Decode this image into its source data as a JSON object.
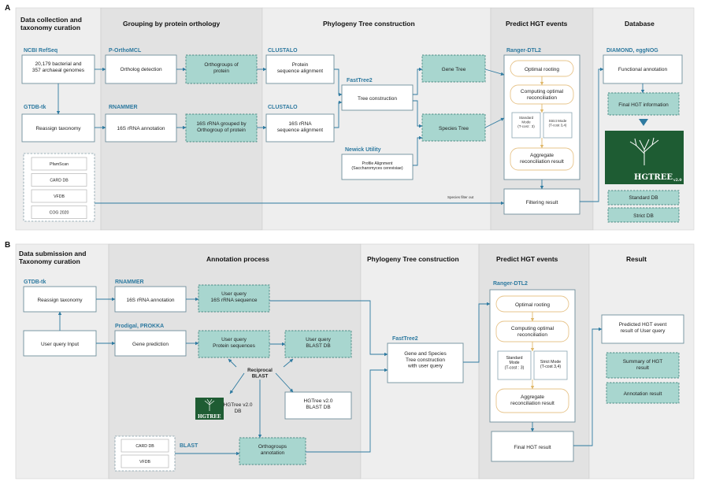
{
  "panel_a": {
    "label": "A",
    "sections": {
      "data_collection": "Data collection and\ntaxonomy curation",
      "grouping": "Grouping by protein orthology",
      "phylogeny": "Phylogeny Tree construction",
      "predict": "Predict HGT events",
      "database": "Database"
    },
    "tools": {
      "ncbi": "NCBI RefSeq",
      "gtdb": "GTDB-tk",
      "portho": "P-OrthoMCL",
      "rnammer": "RNAMMER",
      "clustalo1": "CLUSTALO",
      "clustalo2": "CLUSTALO",
      "fasttree": "FastTree2",
      "newick": "Newick Utility",
      "ranger": "Ranger-DTL2",
      "diamond": "DIAMOND, eggNOG"
    },
    "boxes": {
      "genomes": "20,179 bacterial and\n357 archaeal genomes",
      "reassign": "Reassign taxonomy",
      "ortholog_detection": "Ortholog detection",
      "orthogroups": "Orthogroups of\nprotein",
      "rrna_annotation": "16S rRNA annotation",
      "rrna_grouped": "16S rRNA grouped by\nOrthogroup of protein",
      "protein_alignment": "Protein\nsequence alignment",
      "rrna_alignment": "16S rRNA\nsequence alignment",
      "tree_construction": "Tree construction",
      "profile_alignment": "Profile Alignment\n(Saccharomyces cerevisiae)",
      "gene_tree": "Gene Tree",
      "species_tree": "Species Tree",
      "optimal_rooting": "Optimal rooting",
      "computing": "Computing optimal\nreconciliation",
      "standard_mode": "Standard\nMode\n(T-cost : 3)",
      "strict_mode": "Strict Mode\n(T-cost 3,4)",
      "aggregate": "Aggregate\nreconciliation result",
      "filtering": "Filtering result",
      "species_filter": "Species filter out",
      "functional": "Functional annotation",
      "final_hgt_info": "Final HGT information",
      "standard_db": "Standard DB",
      "strict_db": "Strict DB"
    },
    "db_list": [
      "PfamScan",
      "CARD DB",
      "VFDB",
      "COG 2020"
    ],
    "logo": {
      "text": "HGTREE",
      "version": "v2.0"
    }
  },
  "panel_b": {
    "label": "B",
    "sections": {
      "data_submission": "Data submission and\nTaxonomy curation",
      "annotation": "Annotation process",
      "phylogeny": "Phylogeny Tree construction",
      "predict": "Predict HGT events",
      "result": "Result"
    },
    "tools": {
      "gtdb": "GTDB-tk",
      "rnammer": "RNAMMER",
      "prodigal": "Prodigal, PROKKA",
      "fasttree": "FastTree2",
      "ranger": "Ranger-DTL2",
      "blast": "BLAST"
    },
    "boxes": {
      "reassign": "Reassign taxonomy",
      "user_input": "User query Input",
      "rrna_annotation": "16S rRNA annotation",
      "gene_prediction": "Gene prediction",
      "user_rrna": "User query\n16S rRNA sequence",
      "user_protein": "User query\nProtein sequences",
      "user_blast": "User query\nBLAST DB",
      "reciprocal": "Reciprocal\nBLAST",
      "hgtree_db": "HGTree v2.0\nDB",
      "hgtree_blast": "HGTree v2.0\nBLAST DB",
      "orthogroups_annotation": "Orthogroups\nannotation",
      "gene_species_tree": "Gene and Species\nTree construction\nwith user query",
      "optimal_rooting": "Optimal rooting",
      "computing": "Computing optimal\nreconciliation",
      "standard_mode": "Standard\nMode\n(T-cost : 3)",
      "strict_mode": "Strict Mode\n(T-cost 3,4)",
      "aggregate": "Aggregate\nreconciliation result",
      "final_hgt": "Final HGT result",
      "predicted": "Predicted HGT event\nresult of User query",
      "summary": "Summary of HGT\nresult",
      "annotation_result": "Annotation result"
    },
    "db_list": [
      "CARD DB",
      "VFDB"
    ]
  },
  "colors": {
    "teal_box": "#a8d6cf",
    "tool_blue": "#2e7aa0",
    "logo_green": "#1e5c33",
    "arrow_orange": "#e0b86a"
  }
}
